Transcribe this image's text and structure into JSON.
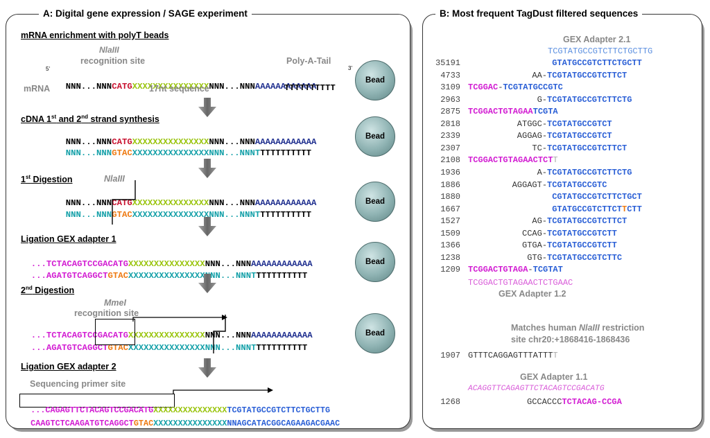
{
  "panel_a": {
    "title": "A: Digital gene expression / SAGE experiment",
    "s1": {
      "title": "mRNA enrichment with polyT beads",
      "nlaiii": "NlaIII",
      "recog": "recognition site",
      "polya": "Poly-A-Tail",
      "five": "5'",
      "three": "3'",
      "mrna": "mRNA",
      "nt17": "17nt sequence",
      "top_a": "NNN...NNN",
      "top_b": "CATG",
      "top_c": "XXXXXXXXXXXXXXX",
      "top_d": "NNN...NNN",
      "top_e": "AAAAAAAAAAAA",
      "bot": "TTTTTTTTTT"
    },
    "s2": {
      "title": "cDNA 1st and 2nd strand synthesis",
      "top_a": "NNN...NNN",
      "top_b": "CATG",
      "top_c": "XXXXXXXXXXXXXXX",
      "top_d": "NNN...NNN",
      "top_e": "AAAAAAAAAAAA",
      "bot_a": "NNN...NNN",
      "bot_b": "GTAC",
      "bot_c": "XXXXXXXXXXXXXXXNNN...NNNT",
      "bot_d": "TTTTTTTTTT"
    },
    "s3": {
      "title": "1st Digestion",
      "nlaiii": "NlaIII",
      "top_a": "NNN...NNN",
      "top_b": "CATG",
      "top_c": "XXXXXXXXXXXXXXX",
      "top_d": "NNN...NNN",
      "top_e": "AAAAAAAAAAAA",
      "bot_a": "NNN...NNN",
      "bot_b": "GTAC",
      "bot_c": "XXXXXXXXXXXXXXXNNN...NNNT",
      "bot_d": "TTTTTTTTTT"
    },
    "s4": {
      "title": "Ligation GEX adapter 1",
      "top_a": "...TCTACAGTCCGACATG",
      "top_c": "XXXXXXXXXXXXXXX",
      "top_d": "NNN...NNN",
      "top_e": "AAAAAAAAAAAA",
      "bot_a": "...AGATGTCAGGCT",
      "bot_b": "GTAC",
      "bot_c": "XXXXXXXXXXXXXXXNNN...NNNT",
      "bot_d": "TTTTTTTTTT"
    },
    "s5": {
      "title": "2nd Digestion",
      "mmei": "MmeI",
      "recog": "recognition site",
      "top_a": "...TCTACAGTCCGACATG",
      "top_c": "XXXXXXXXXXXXXXX",
      "top_d": "NNN...NNN",
      "top_e": "AAAAAAAAAAAA",
      "bot_a": "...AGATGTCAGGCT",
      "bot_b": "GTAC",
      "bot_c": "XXXXXXXXXXXXXXXNNN...NNNT",
      "bot_d": "TTTTTTTTTT"
    },
    "s6": {
      "title": "Ligation GEX adapter 2",
      "primer": "Sequencing primer site",
      "top_a": "...CAGAGTTCTACAGTCCGACATG",
      "top_c": "XXXXXXXXXXXXXXX",
      "top_d": "TCGTATGCCGTCTTCTGCTTG",
      "bot_a": "CAAGTCTCAAGATGTCAGGCT",
      "bot_b": "GTAC",
      "bot_c": "XXXXXXXXXXXXXXX",
      "bot_d": "NNAGCATACGGCAGAAGACGAAC"
    },
    "bead_label": "Bead"
  },
  "panel_b": {
    "title": "B: Most frequent TagDust filtered sequences",
    "gex21": "GEX Adapter 2.1",
    "gex21_seq": "TCGTATGCCGTCTTCTGCTTG",
    "rows": [
      {
        "count": "35191",
        "pre": "",
        "dash": "",
        "seq": "GTATGCCGTCTTCTGCTT",
        "post": ""
      },
      {
        "count": "4733",
        "pre": "AA",
        "dash": "-",
        "seq": "TCGTATGCCGTCTTCT",
        "post": ""
      },
      {
        "count": "3109",
        "pre": "TCGGAC",
        "dash": "-",
        "seq": "TCGTATGCCGTC",
        "post": ""
      },
      {
        "count": "2963",
        "pre": "G",
        "dash": "-",
        "seq": "TCGTATGCCGTCTTCTG",
        "post": ""
      },
      {
        "count": "2875",
        "pre": "TCGGACTGTAGAA",
        "dash": "",
        "seq": "TCGTA",
        "post": ""
      },
      {
        "count": "2818",
        "pre": "ATGGC",
        "dash": "-",
        "seq": "TCGTATGCCGTCT",
        "post": ""
      },
      {
        "count": "2339",
        "pre": "AGGAG",
        "dash": "-",
        "seq": "TCGTATGCCGTCT",
        "post": ""
      },
      {
        "count": "2307",
        "pre": "TC",
        "dash": "-",
        "seq": "TCGTATGCCGTCTTCT",
        "post": ""
      },
      {
        "count": "2108",
        "pre": "TCGGACTGTAGAACTCT",
        "dash": "",
        "seq": "",
        "post": "T"
      },
      {
        "count": "1936",
        "pre": "A",
        "dash": "-",
        "seq": "TCGTATGCCGTCTTCTG",
        "post": ""
      },
      {
        "count": "1886",
        "pre": "AGGAGT",
        "dash": "-",
        "seq": "TCGTATGCCGTC",
        "post": ""
      },
      {
        "count": "1880",
        "pre": "",
        "dash": "",
        "seq": "CGTATGCCGTCTTCTGCT",
        "post": ""
      },
      {
        "count": "1667",
        "pre": "",
        "dash": "",
        "seq": "GTATGCCGTCTTCT",
        "post": "TCTT"
      },
      {
        "count": "1527",
        "pre": "AG",
        "dash": "-",
        "seq": "TCGTATGCCGTCTTCT",
        "post": ""
      },
      {
        "count": "1509",
        "pre": "CCAG",
        "dash": "-",
        "seq": "TCGTATGCCGTCTT",
        "post": ""
      },
      {
        "count": "1366",
        "pre": "GTGA",
        "dash": "-",
        "seq": "TCGTATGCCGTCTT",
        "post": ""
      },
      {
        "count": "1238",
        "pre": "GTG",
        "dash": "-",
        "seq": "TCGTATGCCGTCTTC",
        "post": ""
      },
      {
        "count": "1209",
        "pre": "TCGGACTGTAGA",
        "dash": "-",
        "seq": "TCGTAT",
        "post": ""
      }
    ],
    "gex12_seq": "TCGGACTGTAGAACTCTGAAC",
    "gex12": "GEX Adapter 1.2",
    "matches_1": "Matches human",
    "matches_nla": "NlaIII",
    "matches_2": "restriction",
    "matches_3": "site chr20:+1868416-1868436",
    "row_1907_count": "1907",
    "row_1907_seq": "GTTTCAGGAGTTTATTT",
    "row_1907_tail": "T",
    "gex11": "GEX Adapter 1.1",
    "gex11_seq": "ACAGGTTCAGAGTTCTACAGTCCGACATG",
    "row_1268_count": "1268",
    "row_1268_pre": "GCCACCC",
    "row_1268_seq": "TCTACAG-CCGA"
  },
  "colors": {
    "red": "#c8102e",
    "green": "#99c40c",
    "navy": "#1f2f8f",
    "teal": "#14a0a8",
    "orange": "#ee7a12",
    "magenta": "#d21cd2",
    "blue": "#2a5fd6"
  },
  "icons": [
    "down-arrow-icon",
    "bead-icon"
  ]
}
